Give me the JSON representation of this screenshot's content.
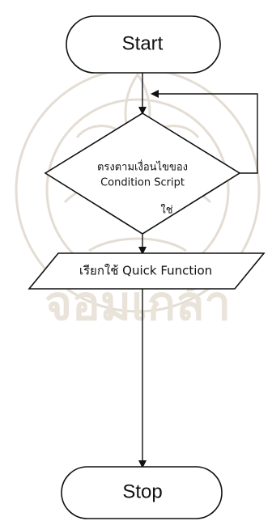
{
  "watermark": {
    "kind": "university seal watermark",
    "text": "จอมเกล้า"
  },
  "flowchart": {
    "start_label": "Start",
    "decision_line1": "ตรงตามเงื่อนไขของ",
    "decision_line2": "Condition Script",
    "yes_label": "ใช่",
    "process_label": "เรียกใช้ Quick Function",
    "stop_label": "Stop"
  }
}
